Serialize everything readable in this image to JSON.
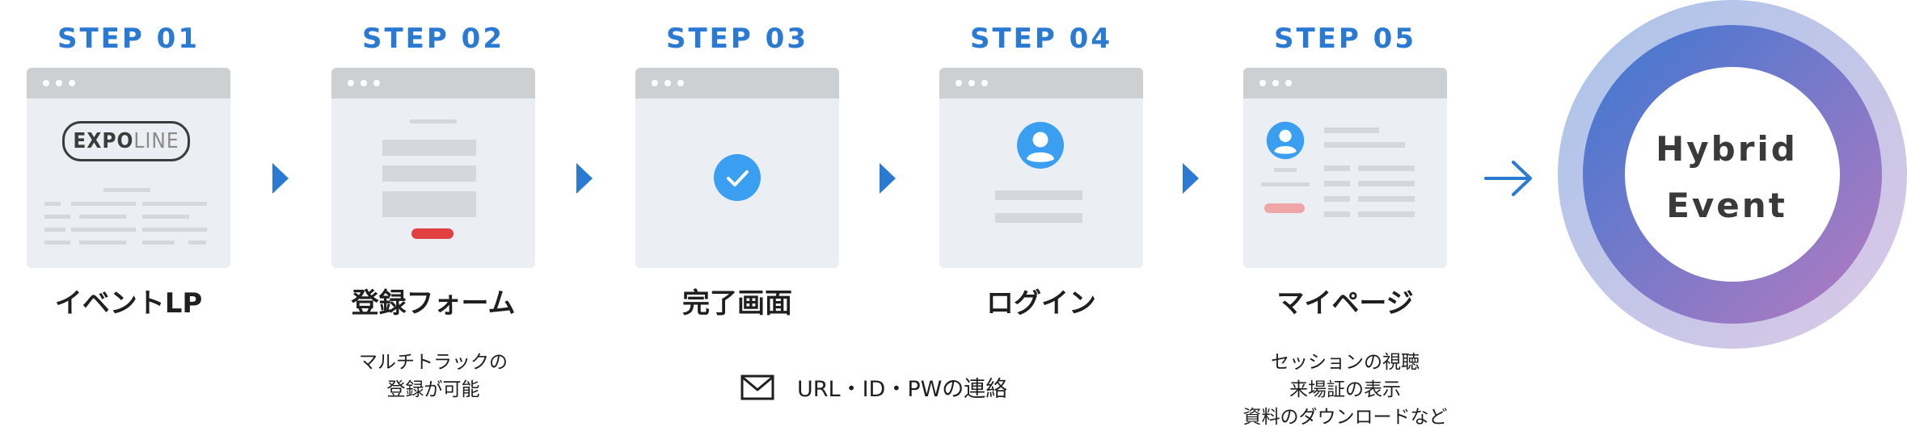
{
  "steps": [
    {
      "label": "STEP 01",
      "title": "イベントLP",
      "desc": [],
      "logo": {
        "left": "EXPO",
        "right": "LINE"
      }
    },
    {
      "label": "STEP 02",
      "title": "登録フォーム",
      "desc": [
        "マルチトラックの",
        "登録が可能"
      ]
    },
    {
      "label": "STEP 03",
      "title": "完了画面",
      "desc": []
    },
    {
      "label": "STEP 04",
      "title": "ログイン",
      "desc": []
    },
    {
      "label": "STEP 05",
      "title": "マイページ",
      "desc": [
        "セッションの視聴",
        "来場証の表示",
        "資料のダウンロードなど"
      ]
    }
  ],
  "contact_text": "URL・ID・PWの連絡",
  "final": {
    "line1": "Hybrid",
    "line2": "Event"
  },
  "colors": {
    "accent": "#2a7ad4",
    "window": "#ebeef3",
    "window_bar": "#cdd0d3",
    "button_red": "#e0403f",
    "user_icon": "#3a9ff0",
    "ring_outer": "#c7c9ea",
    "ring_inner_start": "#3c78d2",
    "ring_inner_end": "#b57ac0"
  },
  "icons": [
    "mail-icon",
    "check-icon",
    "user-icon",
    "arrow-right-icon"
  ]
}
